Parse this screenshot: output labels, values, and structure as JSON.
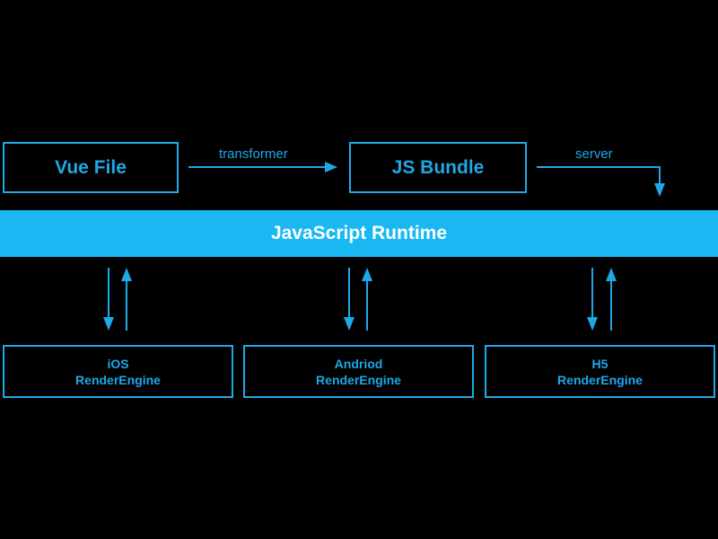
{
  "nodes": {
    "vue_file": "Vue File",
    "js_bundle": "JS Bundle",
    "runtime": "JavaScript Runtime",
    "engines": [
      {
        "line1": "iOS",
        "line2": "RenderEngine"
      },
      {
        "line1": "Andriod",
        "line2": "RenderEngine"
      },
      {
        "line1": "H5",
        "line2": "RenderEngine"
      }
    ]
  },
  "edges": {
    "transformer": "transformer",
    "server": "server"
  },
  "colors": {
    "stroke": "#1fa8e6",
    "runtime_fill": "#1ab8f3",
    "runtime_text": "#ffffff",
    "background": "#000000"
  }
}
